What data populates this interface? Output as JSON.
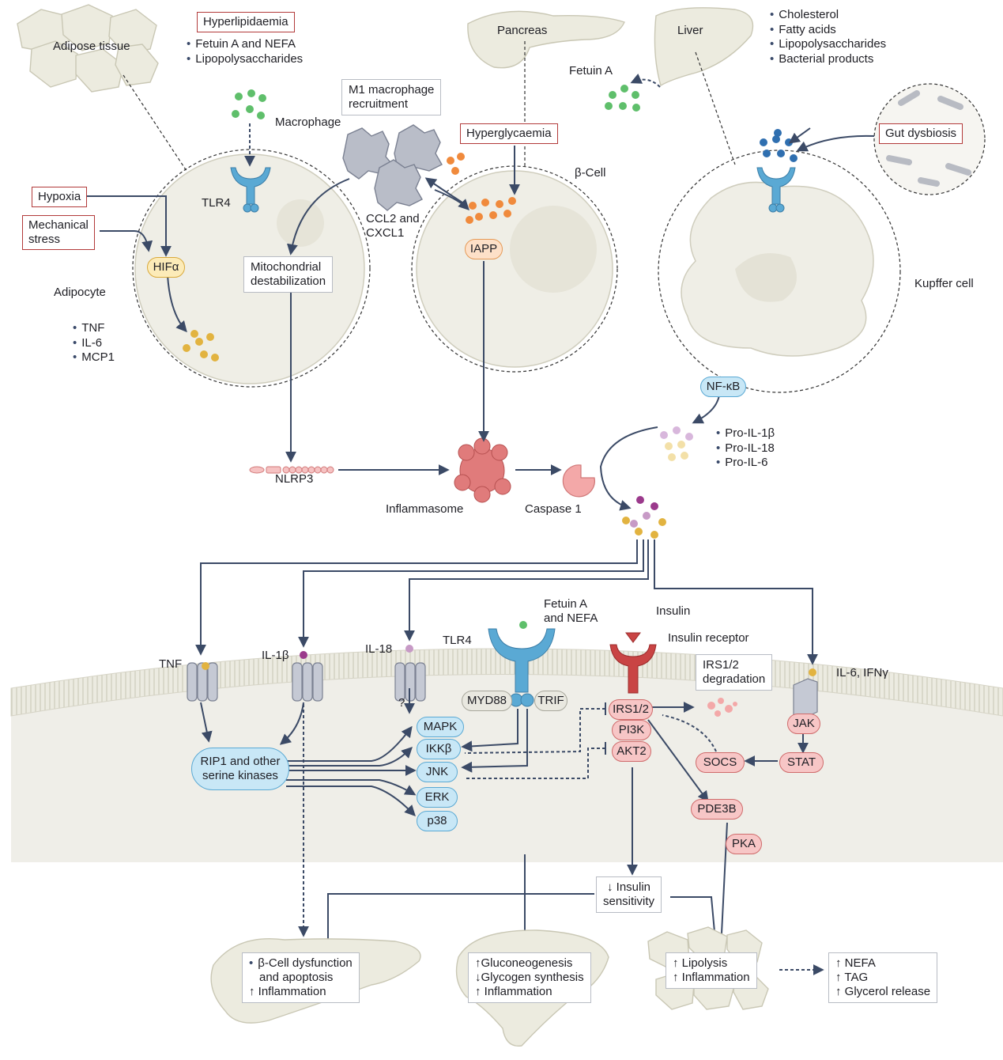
{
  "organs": {
    "adipose_tissue": "Adipose tissue",
    "pancreas": "Pancreas",
    "liver": "Liver"
  },
  "boxes": {
    "hyperlipidaemia": "Hyperlipidaemia",
    "hyperlipidaemia_items": [
      "Fetuin A and NEFA",
      "Lipopolysaccharides"
    ],
    "m1_recruitment": [
      "M1 macrophage",
      "recruitment"
    ],
    "hyperglycaemia": "Hyperglycaemia",
    "hypoxia": "Hypoxia",
    "mechanical_stress": [
      "Mechanical",
      "stress"
    ],
    "mito": [
      "Mitochondrial",
      "destabilization"
    ],
    "gut_dysbiosis": "Gut dysbiosis",
    "irs_degradation": [
      "IRS1/2",
      "degradation"
    ],
    "insulin_sensitivity": [
      "↓ Insulin",
      "sensitivity"
    ],
    "pancreas_outcome": [
      "β-Cell dysfunction",
      "and apoptosis",
      "↑ Inflammation"
    ],
    "liver_outcome": [
      "↑Gluconeogenesis",
      "↓Glycogen synthesis",
      "↑ Inflammation"
    ],
    "adipose_outcome": [
      "↑ Lipolysis",
      "↑ Inflammation"
    ],
    "release_outcome": [
      "↑ NEFA",
      "↑ TAG",
      "↑ Glycerol release"
    ]
  },
  "lists": {
    "liver_factors": [
      "Cholesterol",
      "Fatty acids",
      "Lipopolysaccharides",
      "Bacterial products"
    ],
    "adipocyte_cytokines": [
      "TNF",
      "IL-6",
      "MCP1"
    ],
    "pro_cytokines": [
      "Pro-IL-1β",
      "Pro-IL-18",
      "Pro-IL-6"
    ]
  },
  "labels": {
    "fetuin_a": "Fetuin A",
    "macrophage": "Macrophage",
    "tlr4_top": "TLR4",
    "beta_cell": "β-Cell",
    "ccl2": [
      "CCL2 and",
      "CXCL1"
    ],
    "adipocyte": "Adipocyte",
    "kupffer": "Kupffer cell",
    "nlrp3": "NLRP3",
    "inflammasome": "Inflammasome",
    "caspase": "Caspase 1",
    "tnf": "TNF",
    "il1b": "IL-1β",
    "il18": "IL-18",
    "question": "?",
    "tlr4_bottom": "TLR4",
    "fetuin_nefa": [
      "Fetuin A",
      "and NEFA"
    ],
    "insulin": "Insulin",
    "insulin_receptor": "Insulin receptor",
    "il6_ifn": "IL-6, IFNγ"
  },
  "pills": {
    "hif": "HIFα",
    "iapp": "IAPP",
    "nfkb": "NF-κB",
    "myd88": "MYD88",
    "trif": "TRIF",
    "mapk": "MAPK",
    "ikkb": "IKKβ",
    "jnk": "JNK",
    "erk": "ERK",
    "p38": "p38",
    "irs": "IRS1/2",
    "pi3k": "PI3K",
    "akt2": "AKT2",
    "jak": "JAK",
    "stat": "STAT",
    "socs": "SOCS",
    "pde3b": "PDE3B",
    "pka": "PKA",
    "rip1": [
      "RIP1 and other",
      "serine kinases"
    ]
  },
  "colors": {
    "arrow": "#3b4a66",
    "red_box": "#b23a3a",
    "cell_fill": "#efeee6",
    "membrane": "#e6e4d8",
    "blue_receptor": "#5aa9d4",
    "insulin_receptor": "#c94444",
    "green_dot": "#5fbf6b",
    "orange_dot": "#f08a3c",
    "yellow_dot": "#e2b340",
    "purple_dot": "#9b3a8c",
    "blue_dot": "#2f6fb0"
  }
}
